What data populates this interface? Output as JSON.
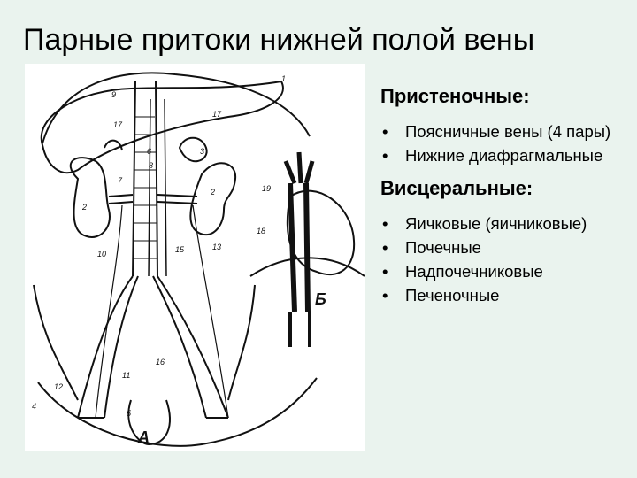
{
  "slide": {
    "title": "Парные притоки нижней полой вены"
  },
  "figure": {
    "labels": [
      "1",
      "2",
      "2",
      "3",
      "4",
      "5",
      "6",
      "7",
      "8",
      "9",
      "10",
      "11",
      "12",
      "13",
      "15",
      "16",
      "17",
      "17",
      "18",
      "19"
    ],
    "panel_labels": [
      "А",
      "Б"
    ]
  },
  "sections": [
    {
      "heading": "Пристеночные:",
      "items": [
        "Поясничные вены (4 пары)",
        "Нижние диафрагмальные"
      ]
    },
    {
      "heading": "Висцеральные:",
      "items": [
        "Яичковые (яичниковые)",
        "Почечные",
        "Надпочечниковые",
        "Печеночные"
      ]
    }
  ]
}
